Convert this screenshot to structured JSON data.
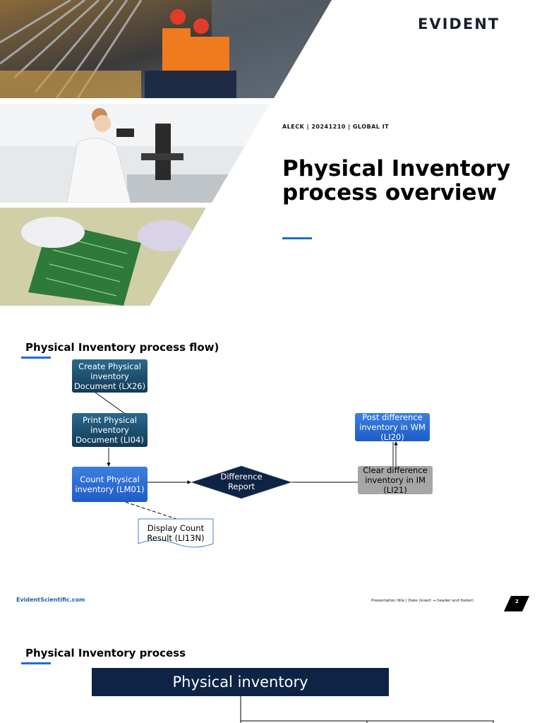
{
  "slide1": {
    "logo": "EVIDENT",
    "meta": "ALECK | 20241210 |  GLOBAL IT",
    "title": "Physical Inventory process overview"
  },
  "slide2": {
    "title": "Physical Inventory process flow)",
    "steps": {
      "create": "Create Physical inventory Document (LX26)",
      "print": "Print Physical inventory Document (LI04)",
      "count": "Count Physical inventory (LM01)",
      "decision": "Difference Report",
      "display": "Display Count Result (LI13N)",
      "post": "Post difference inventory in WM (LI20)",
      "clear": "Clear difference inventory in IM (LI21)"
    },
    "footer": {
      "url": "EvidentScientific.com",
      "note": "Presentation title  |  Date (insert → header and footer)",
      "page": "2"
    }
  },
  "slide3": {
    "title": "Physical Inventory process",
    "banner": "Physical inventory"
  },
  "colors": {
    "accent": "#1f6fd1",
    "navy": "#0f2444",
    "teal_box": "#1d4f6e",
    "blue_box": "#2a6fd8",
    "gray_box": "#a6a6a6"
  }
}
